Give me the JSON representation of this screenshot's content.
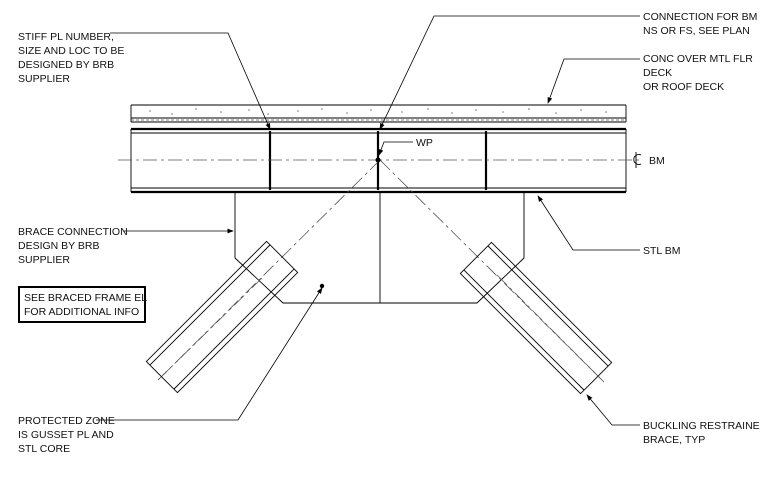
{
  "labels": {
    "stiff_pl_1": "STIFF PL NUMBER,",
    "stiff_pl_2": "SIZE AND LOC TO BE",
    "stiff_pl_3": "DESIGNED BY BRB",
    "stiff_pl_4": "SUPPLIER",
    "conn_bm_1": "CONNECTION FOR BM",
    "conn_bm_2": "NS OR FS, SEE PLAN",
    "conc_1": "CONC OVER MTL FLR",
    "conc_2": "DECK",
    "conc_3": "OR ROOF DECK",
    "wp": "WP",
    "cl_bm": "BM",
    "brace_conn_1": "BRACE CONNECTION",
    "brace_conn_2": "DESIGN BY BRB",
    "brace_conn_3": "SUPPLIER",
    "stl_bm": "STL BM",
    "see_braced_1": "SEE BRACED FRAME EL",
    "see_braced_2": "FOR ADDITIONAL INFO",
    "protected_1": "PROTECTED ZONE",
    "protected_2": "IS GUSSET PL AND",
    "protected_3": "STL CORE",
    "buckling_1": "BUCKLING RESTRAINED",
    "buckling_2": "BRACE, TYP"
  }
}
